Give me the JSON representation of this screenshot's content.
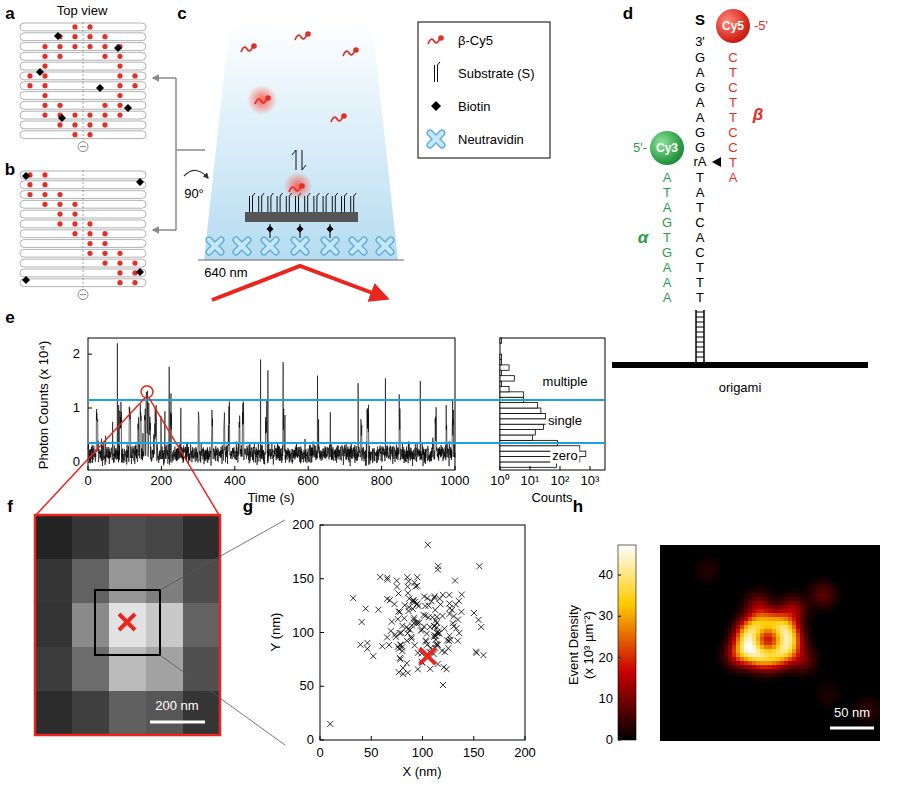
{
  "diagram": {
    "nodes": [
      {
        "text": [
          "Cy5"
        ]
      },
      {
        "text": [
          "Cy3"
        ]
      }
    ],
    "labels": [
      "a",
      "Top view",
      "b",
      "c",
      "90°",
      "640 nm",
      "d",
      "S",
      "3'",
      "G A G A A G G",
      "rA",
      "T A T C A C T T T",
      "5'-",
      "-5'",
      "A T A G T G A A A",
      "α",
      "C T C T T C C T A",
      "β",
      "origami",
      "e",
      "Photon Counts (x 10⁴)",
      "2",
      "1",
      "0",
      "0",
      "200",
      "400",
      "600",
      "800",
      "1000",
      "Time (s)",
      "multiple",
      "single",
      "zero",
      "10⁰",
      "10¹",
      "10²",
      "10³",
      "Counts",
      "f",
      "200 nm",
      "g",
      "Y (nm)",
      "0",
      "50",
      "100",
      "150",
      "200",
      "0",
      "50",
      "100",
      "150",
      "200",
      "X (nm)",
      "h",
      "Event Density (x 10³ µm⁻²)",
      "0",
      "10",
      "20",
      "30",
      "40",
      "50 nm"
    ],
    "legend": [
      {
        "text": "β-Cy5"
      },
      {
        "text": "Substrate (S)"
      },
      {
        "text": "Biotin"
      },
      {
        "text": "Neutravidin"
      }
    ]
  }
}
